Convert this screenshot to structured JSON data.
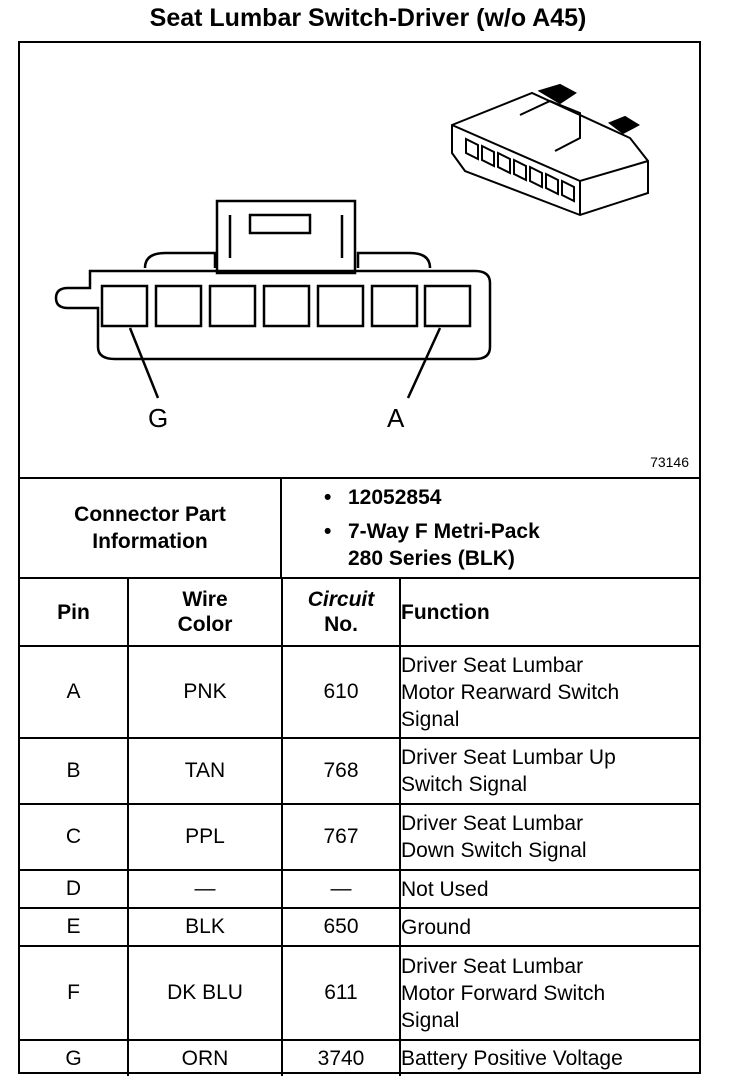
{
  "title": "Seat Lumbar Switch-Driver (w/o A45)",
  "figure": {
    "number": "73146",
    "pin_left_label": "G",
    "pin_right_label": "A"
  },
  "connector_info": {
    "label_line1": "Connector Part",
    "label_line2": "Information",
    "part_number": "12052854",
    "description_line1": "7-Way F Metri-Pack",
    "description_line2": "280 Series (BLK)"
  },
  "table": {
    "headers": {
      "pin": "Pin",
      "wire_color_1": "Wire",
      "wire_color_2": "Color",
      "circuit_1": "Circuit",
      "circuit_2": "No.",
      "function": "Function"
    },
    "rows": [
      {
        "pin": "A",
        "color": "PNK",
        "circuit": "610",
        "function": [
          "Driver Seat Lumbar",
          "Motor Rearward Switch",
          "Signal"
        ]
      },
      {
        "pin": "B",
        "color": "TAN",
        "circuit": "768",
        "function": [
          "Driver Seat Lumbar Up",
          "Switch Signal"
        ]
      },
      {
        "pin": "C",
        "color": "PPL",
        "circuit": "767",
        "function": [
          "Driver Seat Lumbar",
          "Down Switch Signal"
        ]
      },
      {
        "pin": "D",
        "color": "—",
        "circuit": "—",
        "function": [
          "Not Used"
        ]
      },
      {
        "pin": "E",
        "color": "BLK",
        "circuit": "650",
        "function": [
          "Ground"
        ]
      },
      {
        "pin": "F",
        "color": "DK BLU",
        "circuit": "611",
        "function": [
          "Driver Seat Lumbar",
          "Motor Forward Switch",
          "Signal"
        ]
      },
      {
        "pin": "G",
        "color": "ORN",
        "circuit": "3740",
        "function": [
          "Battery Positive Voltage"
        ]
      }
    ]
  }
}
